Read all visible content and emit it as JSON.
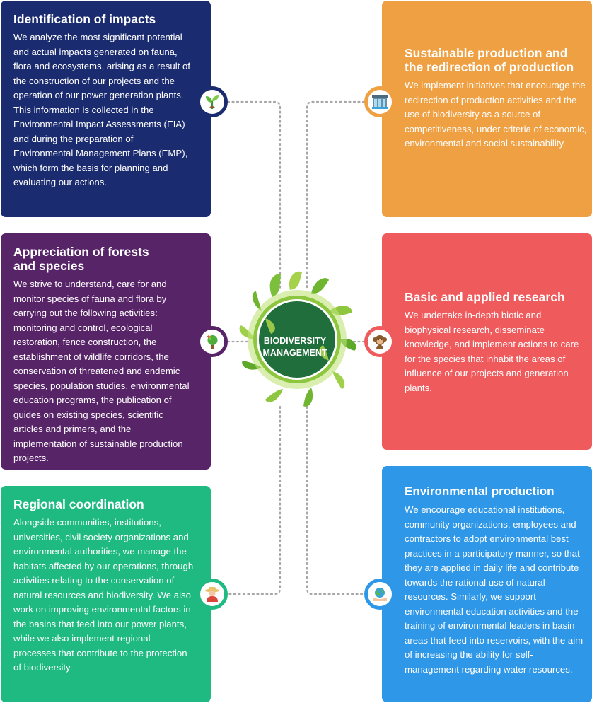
{
  "center": {
    "line1": "BIODIVERSITY",
    "line2": "MANAGEMENT"
  },
  "cards": {
    "identification": {
      "title": "Identification of impacts",
      "text": "We analyze the most significant potential and actual impacts generated on fauna, flora and ecosystems, arising as a result of the construction of our projects and the operation of our power generation plants. This information is collected in the Environmental Impact Assessments (EIA) and during the preparation of Environmental Management Plans (EMP), which form the basis for planning and evaluating our actions.",
      "color": "#1b2b6f",
      "icon": "sprout-icon"
    },
    "appreciation": {
      "title_line1": "Appreciation of forests",
      "title_line2": "and species",
      "text": "We strive to understand, care for and monitor species of fauna and flora by carrying out the following activities: monitoring and control, ecological restoration, fence construction, the establishment of wildlife corridors, the conservation of threatened and endemic species, population studies, environmental education programs, the publication of guides on existing species, scientific articles and primers, and the implementation of sustainable production projects.",
      "color": "#582468",
      "icon": "tree-butterfly-icon"
    },
    "regional": {
      "title": "Regional coordination",
      "text": "Alongside communities, institutions, universities, civil society organizations and environmental authorities, we manage the habitats affected by our operations, through activities relating to the conservation of natural resources and biodiversity. We also work on improving environmental factors in the basins that feed into our power plants, while we also implement regional processes that contribute to the protection of biodiversity.",
      "color": "#1fba82",
      "icon": "farmer-icon"
    },
    "sustainable": {
      "title_line1": "Sustainable production and",
      "title_line2": "the redirection of production",
      "text": "We implement initiatives that encourage the redirection of production activities and the use of biodiversity as a source of competitiveness, under criteria of economic, environmental and social sustainability.",
      "color": "#eea043",
      "icon": "dam-icon"
    },
    "research": {
      "title": "Basic and applied research",
      "text": "We undertake in-depth biotic and biophysical research, disseminate knowledge, and implement actions to care for the species that inhabit the areas of influence of our projects and generation plants.",
      "color": "#ef5a5c",
      "icon": "monkey-icon"
    },
    "environmental": {
      "title": "Environmental production",
      "text": "We encourage educational institutions, community organizations, employees and contractors to adopt environmental best practices in a participatory manner, so that they are applied in daily life and contribute towards the rational use of natural resources. Similarly, we support environmental education activities and the training of environmental leaders in basin areas that feed into reservoirs, with the aim of increasing the ability for self-management regarding water resources.",
      "color": "#2e97e8",
      "icon": "globe-hands-icon"
    }
  }
}
